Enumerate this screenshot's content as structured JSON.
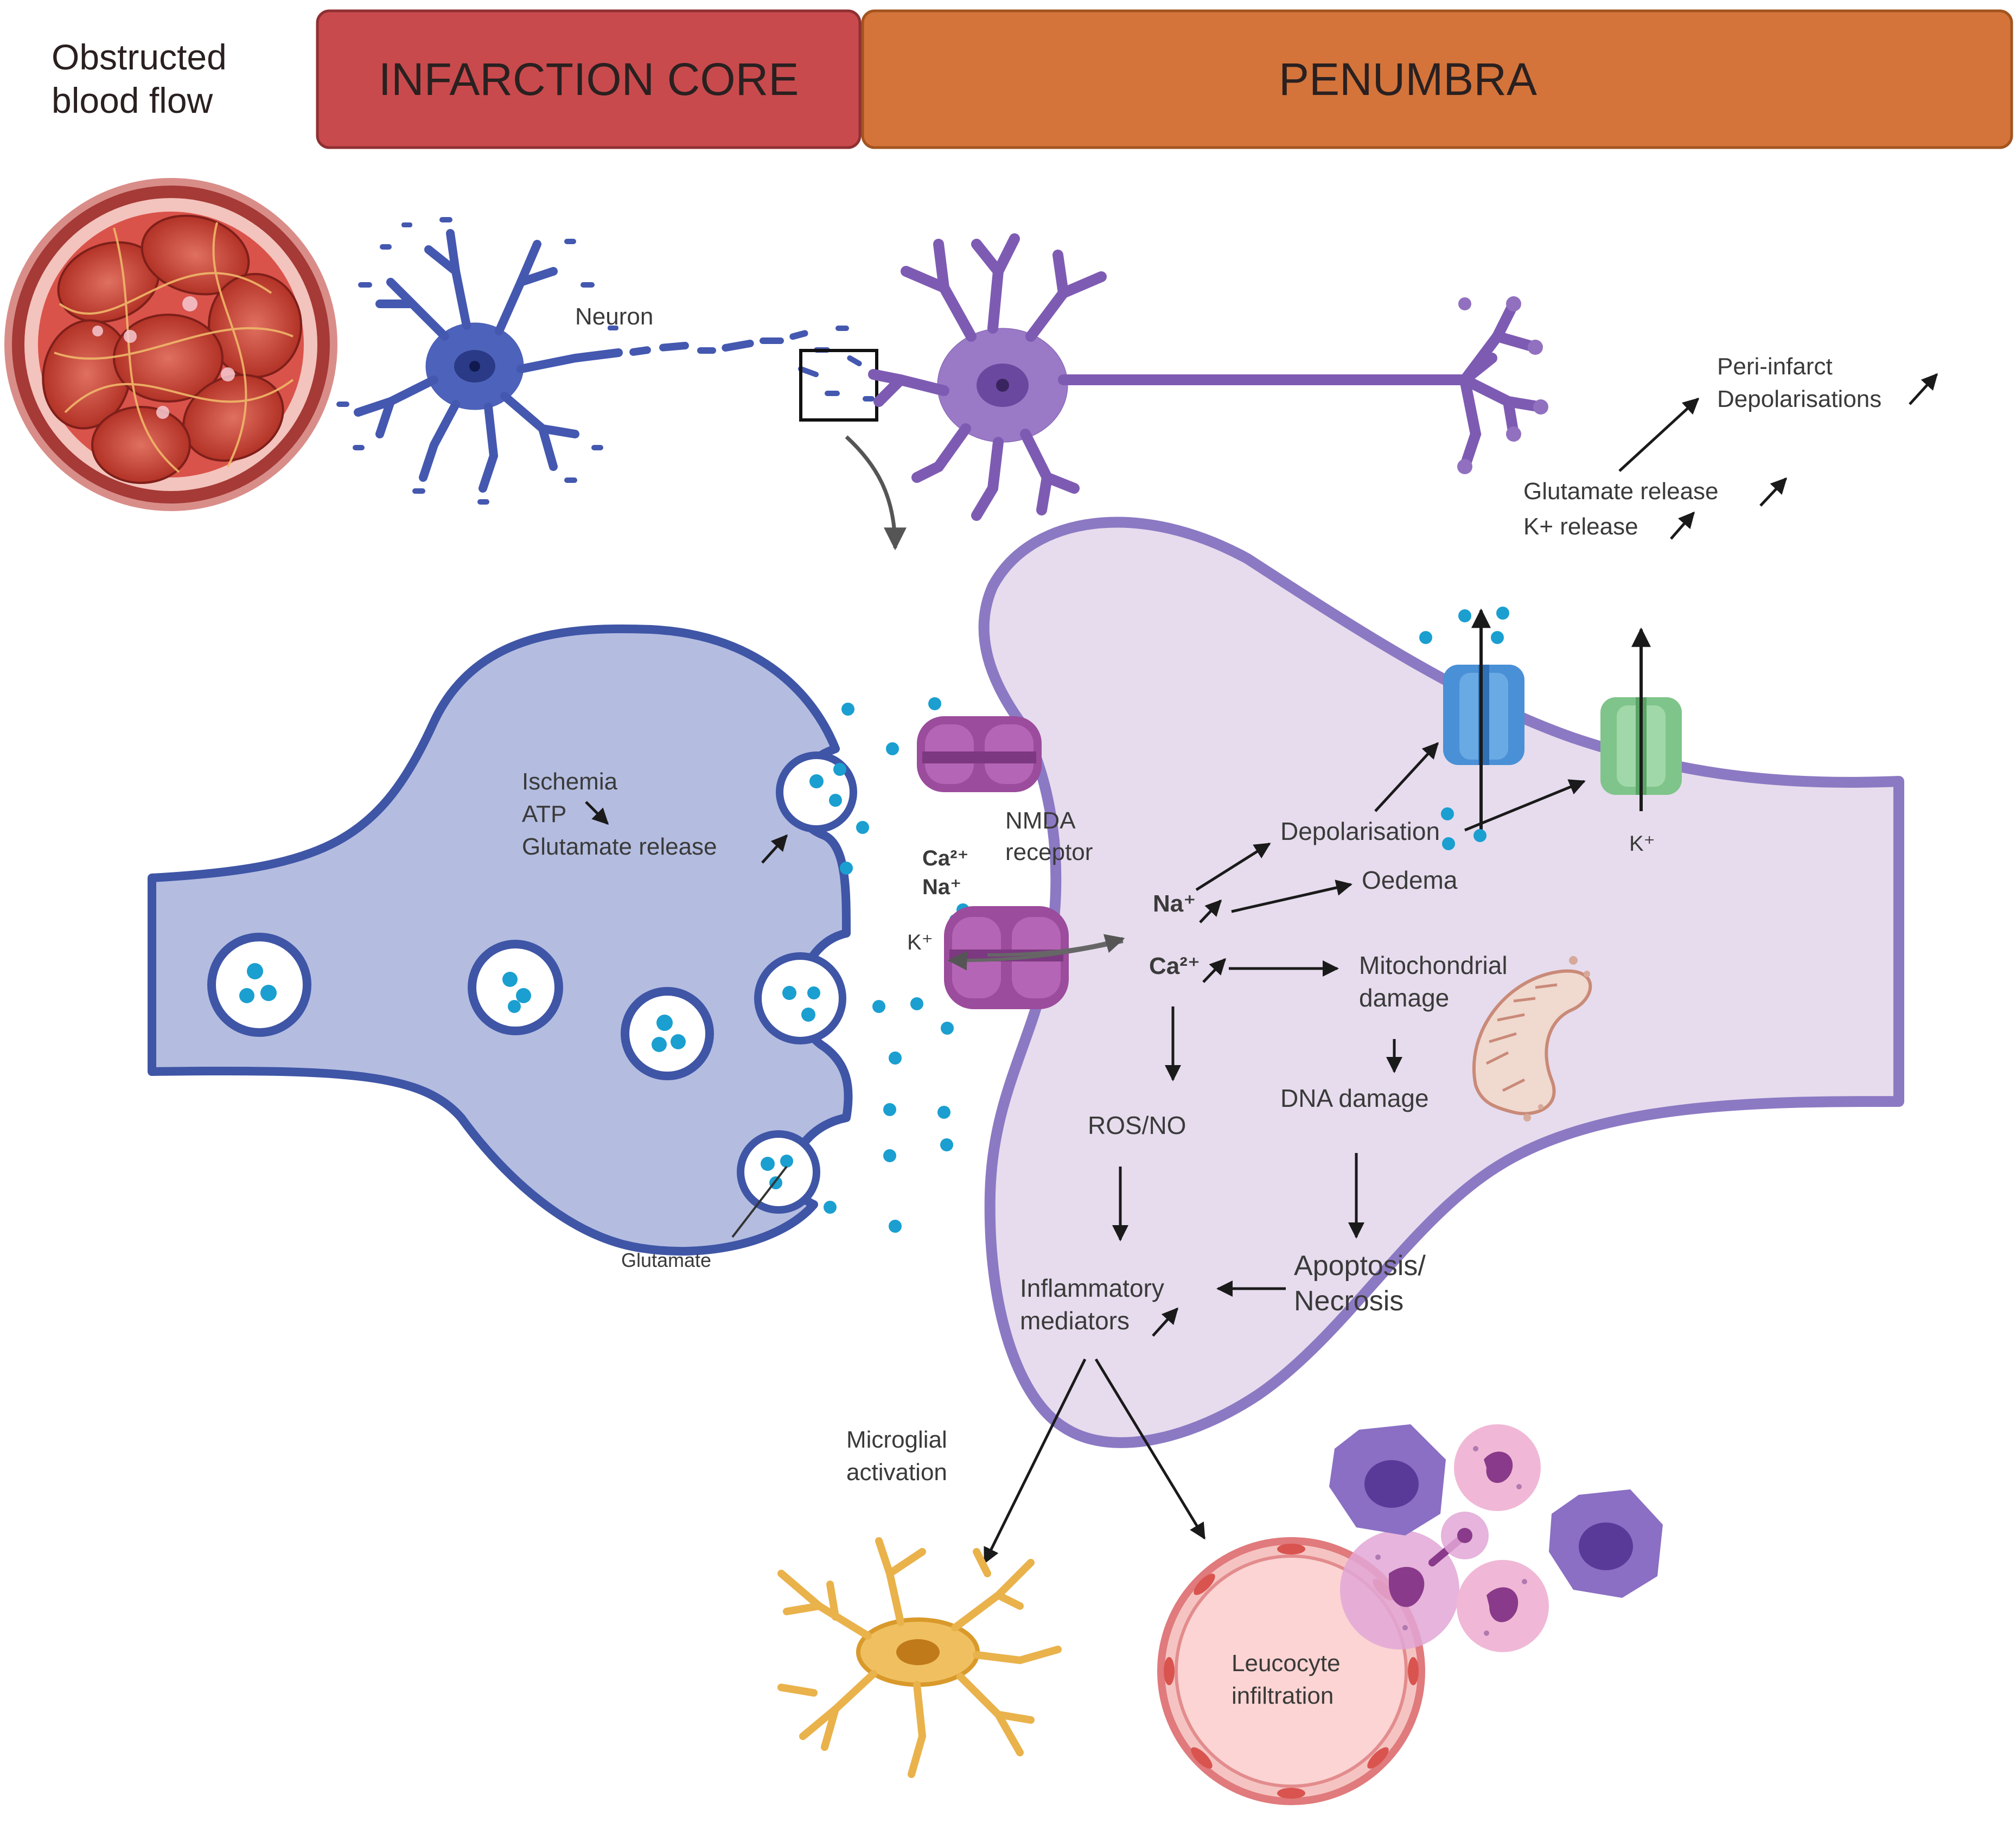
{
  "header": {
    "side_label_line1": "Obstructed",
    "side_label_line2": "blood flow",
    "infarction_core": "INFARCTION CORE",
    "penumbra": "PENUMBRA",
    "colors": {
      "infarction_core": "#c94a4d",
      "penumbra": "#d4743a"
    }
  },
  "top_row": {
    "neuron_label": "Neuron",
    "peri_infarct_line1": "Peri-infarct",
    "peri_infarct_line2": "Depolarisations",
    "glutamate_release": "Glutamate  release",
    "k_release": "K+  release"
  },
  "presynaptic": {
    "ischemia": "Ischemia",
    "atp": "ATP",
    "glutamate_release": "Glutamate release",
    "glutamate": "Glutamate"
  },
  "cleft": {
    "nmda_line1": "NMDA",
    "nmda_line2": "receptor",
    "ca": "Ca²⁺",
    "na": "Na⁺",
    "k": "K⁺"
  },
  "postsynaptic": {
    "na": "Na⁺",
    "ca": "Ca²⁺",
    "depolarisation": "Depolarisation",
    "oedema": "Oedema",
    "mito_line1": "Mitochondrial",
    "mito_line2": "damage",
    "dna_damage": "DNA damage",
    "ros_no": "ROS/NO",
    "apoptosis_line1": "Apoptosis/",
    "apoptosis_line2": "Necrosis",
    "inflam_line1": "Inflammatory",
    "inflam_line2": "mediators",
    "k_channel": "K⁺"
  },
  "bottom": {
    "microglial_line1": "Microglial",
    "microglial_line2": "activation",
    "leucocyte_line1": "Leucocyte",
    "leucocyte_line2": "infiltration"
  },
  "colors": {
    "presynaptic_fill": "#b4bde0",
    "presynaptic_stroke": "#3f55a6",
    "postsynaptic_fill": "#e6dced",
    "postsynaptic_stroke": "#8c79c3",
    "glutamate_dot": "#1a9fd0",
    "nmda": "#9b4c9c",
    "na_channel": "#4a90d6",
    "k_channel": "#7fc48a"
  }
}
